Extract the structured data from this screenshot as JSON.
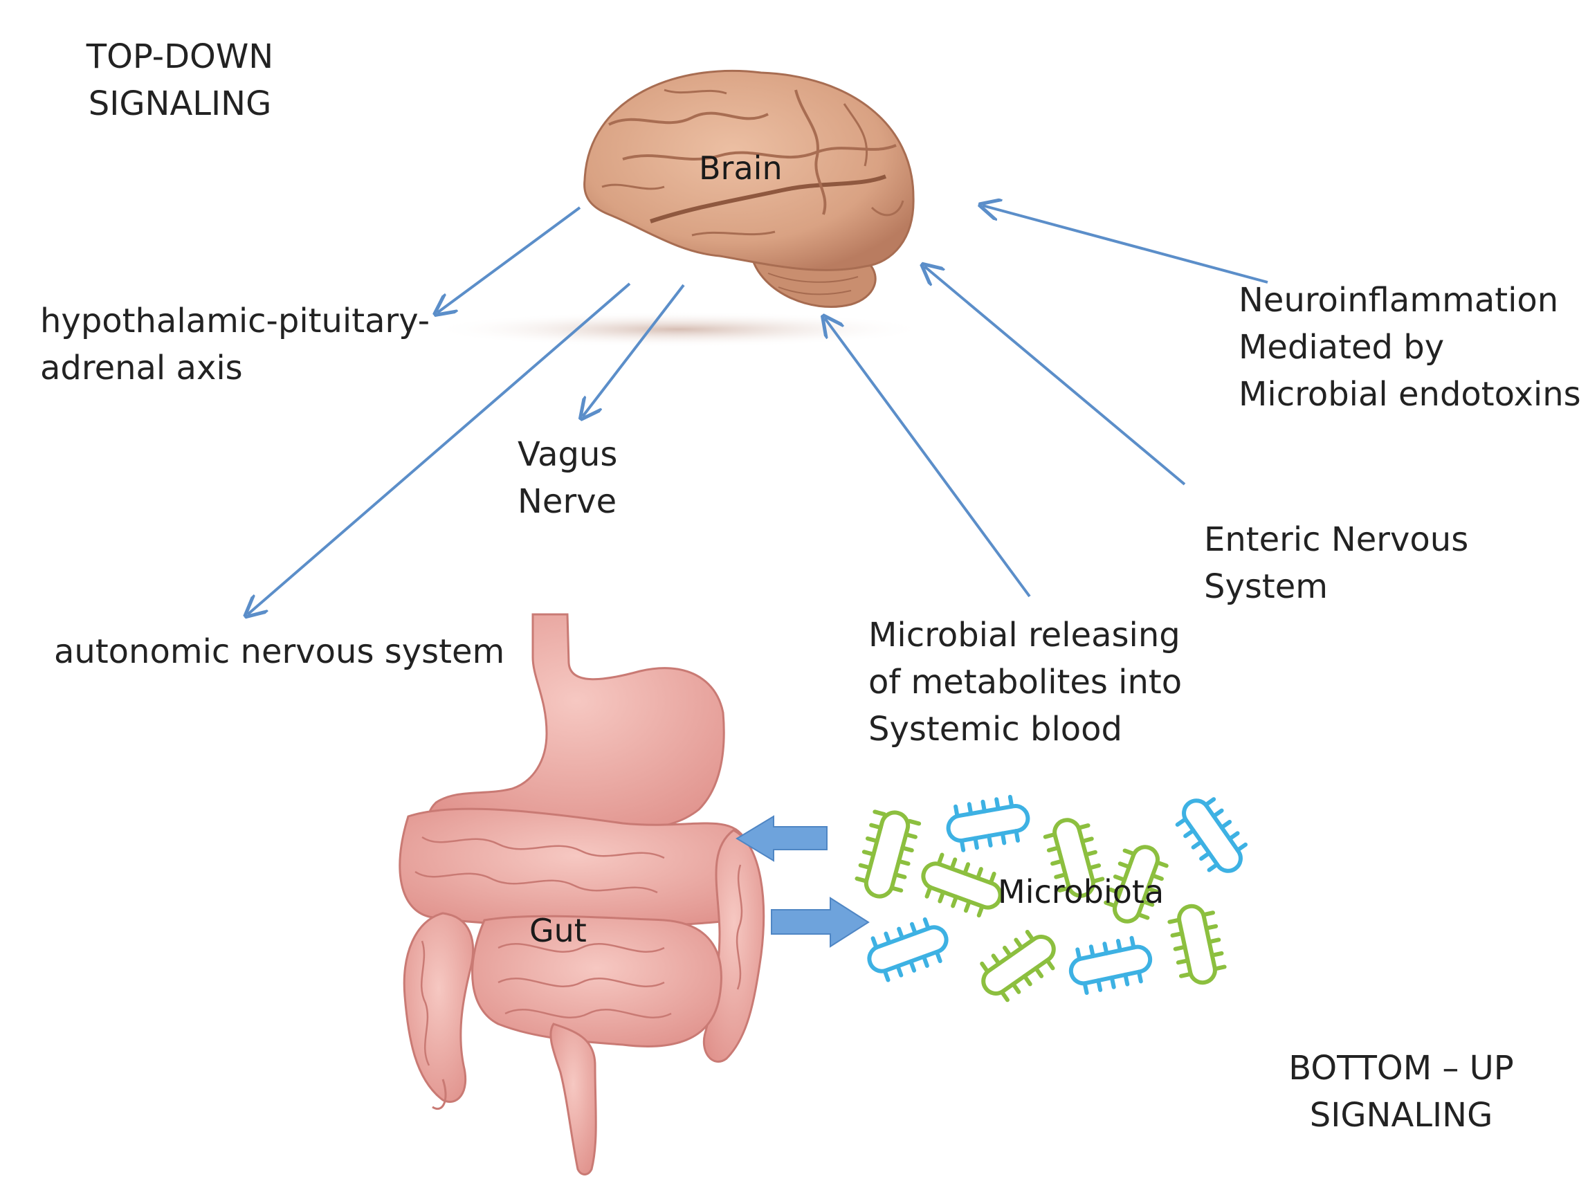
{
  "header": {
    "top_down": [
      "TOP-DOWN",
      "SIGNALING"
    ],
    "bottom_up": [
      "BOTTOM – UP",
      "SIGNALING"
    ]
  },
  "organs": {
    "brain": "Brain",
    "gut": "Gut",
    "microbiota": "Microbiota"
  },
  "pathways": {
    "hpa_axis": [
      "hypothalamic-pituitary-",
      "adrenal axis"
    ],
    "vagus_nerve": [
      "Vagus",
      "Nerve"
    ],
    "autonomic": [
      "autonomic nervous system"
    ],
    "neuroinflammation": [
      "Neuroinflammation",
      "Mediated by",
      "Microbial endotoxins"
    ],
    "enteric": [
      "Enteric Nervous",
      "System"
    ],
    "metabolites": [
      "Microbial releasing",
      "of metabolites into",
      "Systemic blood"
    ]
  },
  "colors": {
    "arrow": "#5b8ec9",
    "block_arrow": "#6ea3dc",
    "brain": "#d9a283",
    "gut": "#eba5a0",
    "bacteria_green": "#8cbf3f",
    "bacteria_blue": "#3db1e3"
  },
  "icons": [
    "brain-icon",
    "gut-icon",
    "bacteria-icon"
  ]
}
